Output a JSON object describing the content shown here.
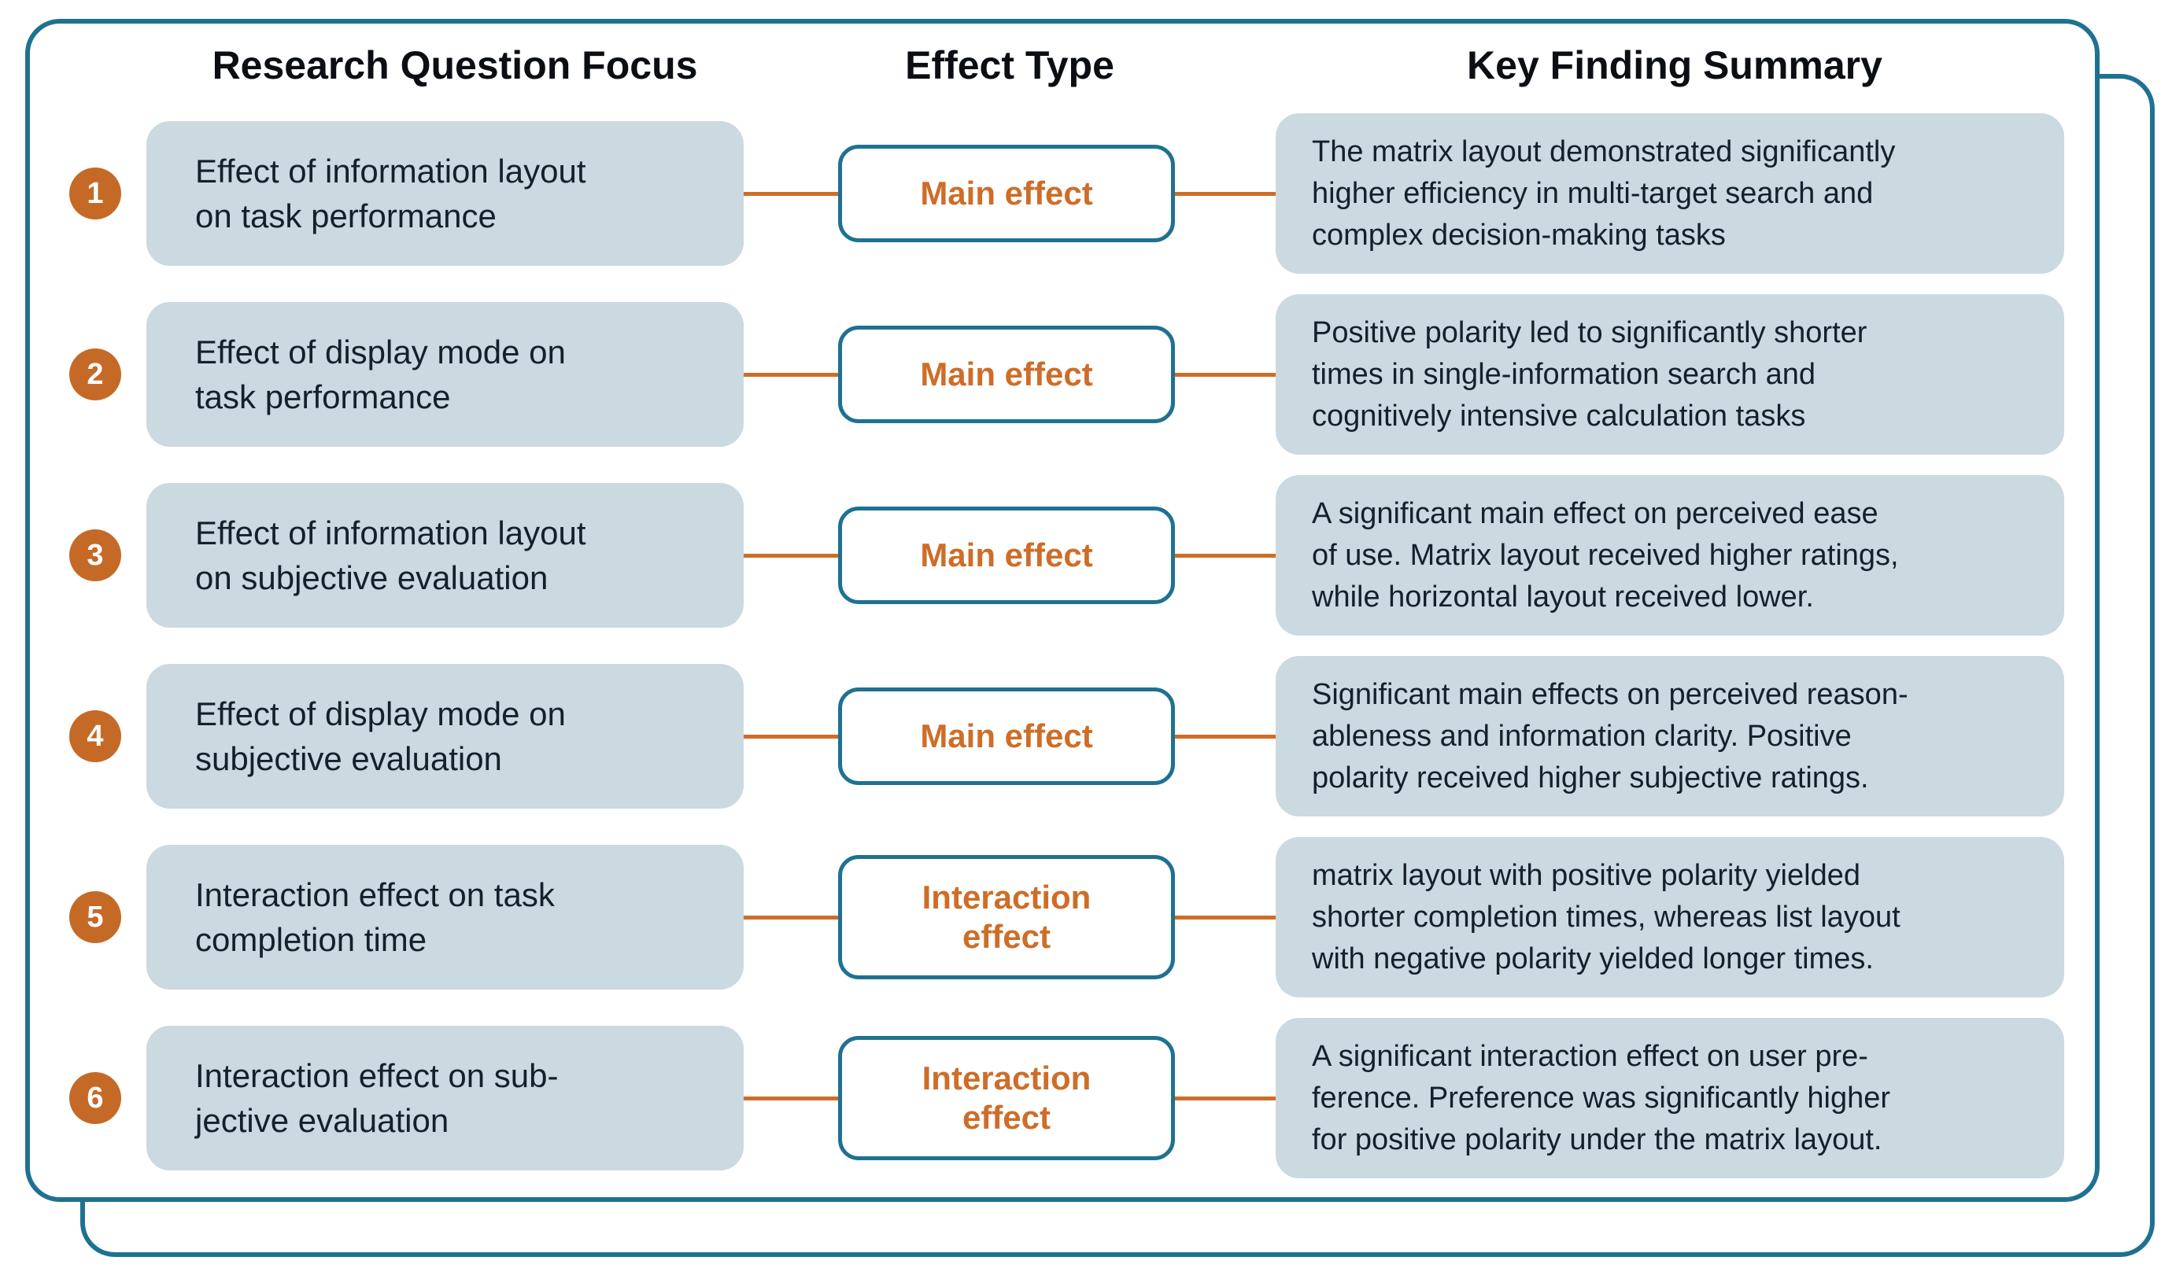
{
  "diagram": {
    "headers": {
      "research_question_focus": "Research Question Focus",
      "effect_type": "Effect Type",
      "key_finding_summary": "Key Finding Summary"
    },
    "rows": [
      {
        "number": "1",
        "question": "Effect of information layout\non task performance",
        "effect": "Main effect",
        "summary": "The matrix layout demonstrated significantly\nhigher efficiency in multi-target search and\ncomplex decision-making tasks"
      },
      {
        "number": "2",
        "question": "Effect of display mode on\ntask performance",
        "effect": "Main effect",
        "summary": "Positive polarity led to significantly shorter\ntimes in single-information search and\ncognitively intensive calculation tasks"
      },
      {
        "number": "3",
        "question": "Effect of information layout\non subjective evaluation",
        "effect": "Main effect",
        "summary": "A significant main effect on perceived ease\nof use. Matrix layout received higher ratings,\nwhile horizontal layout received lower."
      },
      {
        "number": "4",
        "question": "Effect of display mode on\nsubjective evaluation",
        "effect": "Main effect",
        "summary": "Significant main effects on perceived reason-\nableness and information clarity. Positive\npolarity received higher subjective ratings."
      },
      {
        "number": "5",
        "question": "Interaction effect on task\ncompletion time",
        "effect": "Interaction\neffect",
        "summary": "matrix layout with positive polarity yielded\nshorter completion times, whereas list layout\nwith negative polarity yielded longer times."
      },
      {
        "number": "6",
        "question": "Interaction effect on sub-\njective evaluation",
        "effect": "Interaction\neffect",
        "summary": "A significant interaction effect on user pre-\nference. Preference was significantly higher\nfor positive polarity under the matrix layout."
      }
    ],
    "colors": {
      "border_teal": "#1F7191",
      "connector_orange": "#CE6D28",
      "badge_orange": "#C56A26",
      "box_fill_blue_gray": "#CBD9E0",
      "text_dark": "#15202B",
      "effect_text_orange": "#CE6D28",
      "badge_number_text": "#FFFFFF"
    }
  }
}
